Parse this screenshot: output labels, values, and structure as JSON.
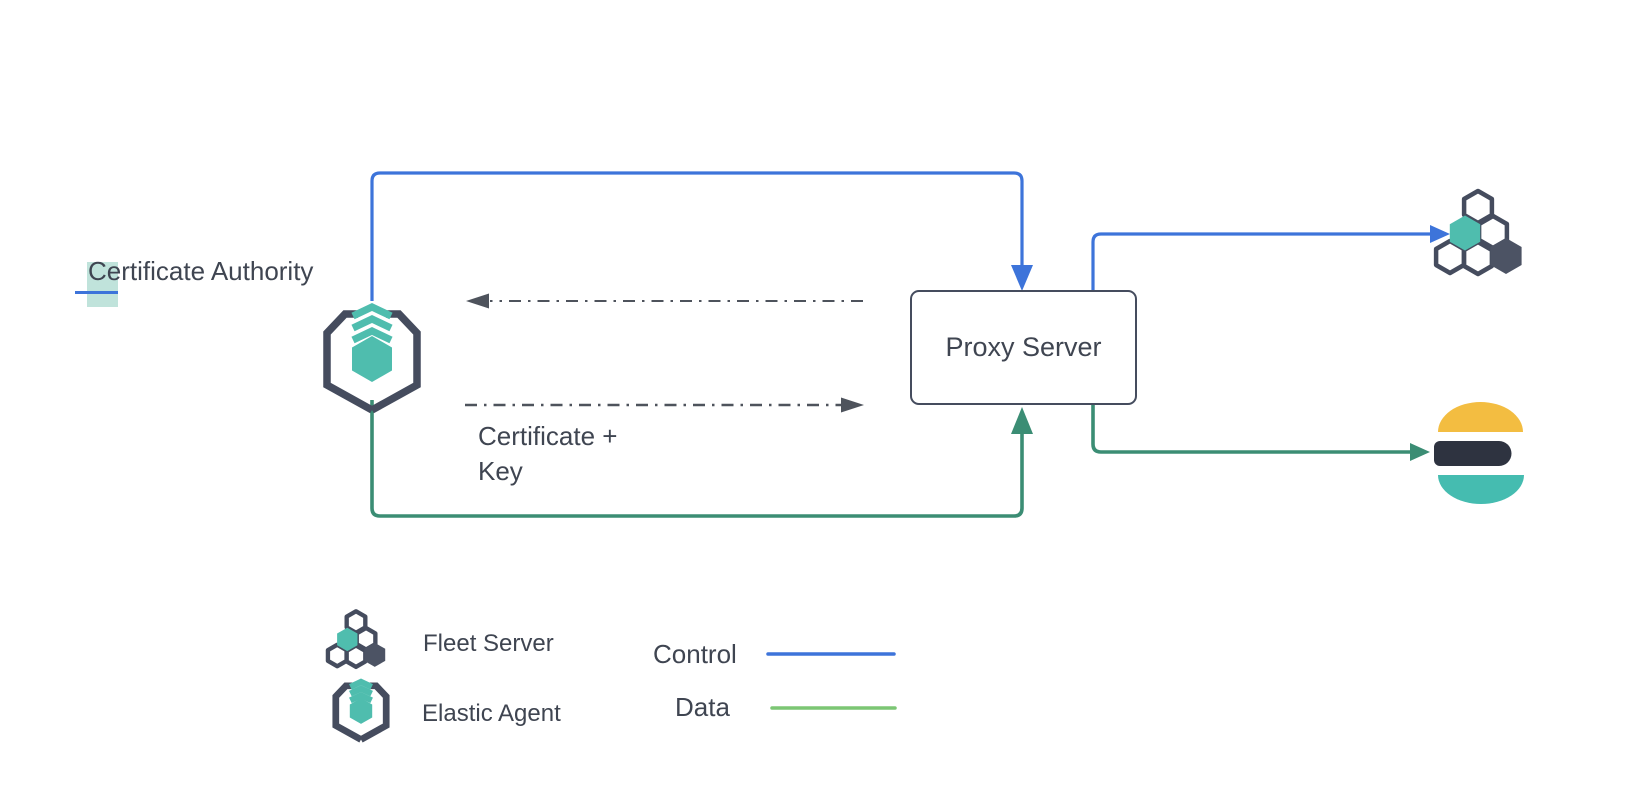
{
  "diagram": {
    "labels": {
      "certificate_authority": "Certificate Authority",
      "proxy_server": "Proxy Server",
      "certificate_key": "Certificate +\nKey"
    },
    "legend": {
      "fleet_server": "Fleet Server",
      "elastic_agent": "Elastic Agent",
      "control": "Control",
      "data": "Data"
    },
    "icons": {
      "elastic_agent": "elastic-agent-icon",
      "fleet_server": "fleet-server-icon",
      "elasticsearch": "elasticsearch-icon"
    },
    "colors": {
      "control_blue": "#3d74da",
      "data_green_dark": "#3b8d74",
      "data_green_legend": "#7cc674",
      "teal": "#4fbdae",
      "slate": "#454c5e",
      "slate_fill": "#4c5364",
      "text": "#3f4551",
      "es_yellow": "#f3bd41",
      "es_dark": "#2e3340",
      "es_teal": "#45bcb0",
      "dash": "#4e535c",
      "highlight": "#abd9cf"
    }
  }
}
